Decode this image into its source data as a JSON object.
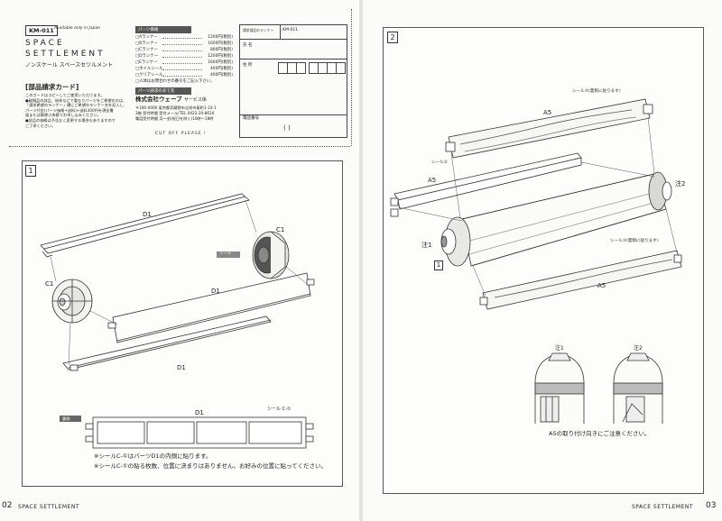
{
  "left_page": {
    "kit_code": "KM-011",
    "availability": "Available only in Japan",
    "brand_line1": "SPACE",
    "brand_line2": "SETTLEMENT",
    "subtitle": "ノンスケール スペースセツルメント",
    "card_title": "[部品請求カード]",
    "card_notes": [
      "このカードはコピーしてご使用いただけます。",
      "●破損品の部品、紛失などで重なりパーツをご希望の方は、",
      "「請求希望のランナー」欄にご希望のランナー名を記入し、",
      "パーツ代金(パーツ価格+送料)+送料300円を現金書",
      "留または郵便小為替でお申し込みください。",
      "●部品の価格は予告なく変更する場合もありますので",
      "ご了承ください。"
    ],
    "parts_header": "パーツ価格",
    "parts": [
      {
        "name": "□Aランナー",
        "price": "1200円(税別)"
      },
      {
        "name": "□Bランナー",
        "price": "1600円(税別)"
      },
      {
        "name": "□Cランナー",
        "price": "800円(税別)"
      },
      {
        "name": "□Dランナー",
        "price": "1200円(税別)"
      },
      {
        "name": "□Eランナー",
        "price": "1600円(税別)"
      },
      {
        "name": "□ホイルシール",
        "price": "400円(税別)"
      },
      {
        "name": "□クリアシール",
        "price": "400円(税別)"
      },
      {
        "name": "□人体はお問合わせの番号をご記入下さい。",
        "price": ""
      }
    ],
    "contact_header": "パーツ請求のあて先",
    "company": "株式会社ウェーブ",
    "company_suffix": "サービス係",
    "address_lines": [
      "〒180-0000 東京都武蔵野市吉祥寺東町1-10-1",
      "3階 受付時間 受付メール(TEL 0422-20-8616",
      "電話受付時間 月〜金(祝日を除く)10時〜18時"
    ],
    "cut_off": "CUT OFF PLEASE !",
    "form": {
      "runner_label": "請求部品のランナー",
      "runner_value": "KM-011",
      "name_label": "氏 名",
      "address_label": "住 所",
      "phone_label": "電話番号",
      "phone_paren": "(        )"
    },
    "step1": {
      "number": "1",
      "labels": [
        "D1",
        "C1",
        "C1",
        "D1",
        "D1",
        "シール",
        "C-①"
      ],
      "detail_badge": "裏側",
      "sticker_label": "シール C-①",
      "note1": "※シールC-①はパーツD1の内側に貼ります。",
      "note2": "※シールC-①の貼る枚数、位置に決まりはありません。お好みの位置に貼ってください。"
    },
    "footer_num": "02",
    "footer_title": "SPACE SETTLEMENT"
  },
  "right_page": {
    "step2": {
      "number": "2",
      "seal_top": "シール②(裏側に貼ります)",
      "a5_top": "A5",
      "seal_left": "シール②",
      "a5_left": "A5",
      "note2": "注2",
      "note1": "注1",
      "inner_badge": "1",
      "seal_bottom": "シール③(裏側に貼ります)",
      "a5_bottom": "A5",
      "detail_note1": "注1",
      "detail_note2": "注2",
      "caption": "A5の取り付け向きにご注意ください。"
    },
    "footer_title": "SPACE SETTLEMENT",
    "footer_num": "03"
  }
}
